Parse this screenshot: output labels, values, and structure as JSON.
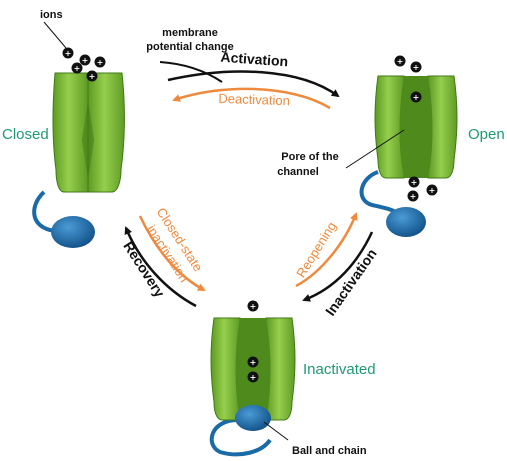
{
  "labels": {
    "ions": "ions",
    "membrane_potential_change": [
      "membrane",
      "potential change"
    ],
    "closed": "Closed",
    "open": "Open",
    "inactivated": "Inactivated",
    "pore_of_channel": [
      "Pore of the",
      "channel"
    ],
    "ball_and_chain": "Ball and chain"
  },
  "transitions": {
    "activation": "Activation",
    "deactivation": "Deactivation",
    "inactivation": "Inactivation",
    "reopening": "Reopening",
    "recovery": "Recovery",
    "closed_state_inactivation": [
      "Closed-state",
      "inactivation"
    ]
  },
  "ion_symbol": "+",
  "colors": {
    "state_label": "#1f9a6e",
    "forward_arrow": "#111111",
    "reverse_arrow": "#ee8a3e",
    "channel_green": "#7cbb3a",
    "channel_dark": "#3f7a16",
    "ball_blue": "#1b6aa8"
  }
}
